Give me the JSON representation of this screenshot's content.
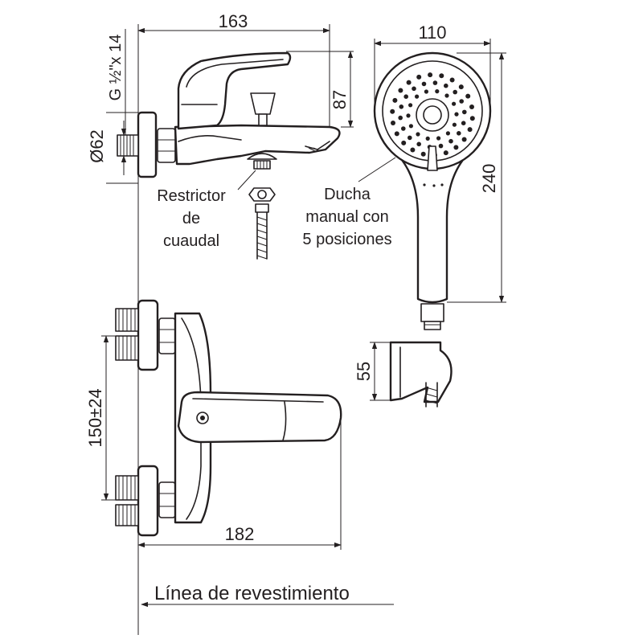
{
  "dimensions": {
    "width_top": "163",
    "height_spout": "87",
    "thread": "G ½\"x 14",
    "diameter": "Ø62",
    "shower_width": "110",
    "shower_height": "240",
    "holder_height": "55",
    "centers": "150±24",
    "width_body": "182"
  },
  "labels": {
    "restrictor": [
      "Restrictor",
      "de",
      "cuaudal"
    ],
    "shower": [
      "Ducha",
      "manual con",
      "5 posiciones"
    ],
    "wall_line": "Línea de revestimiento"
  }
}
